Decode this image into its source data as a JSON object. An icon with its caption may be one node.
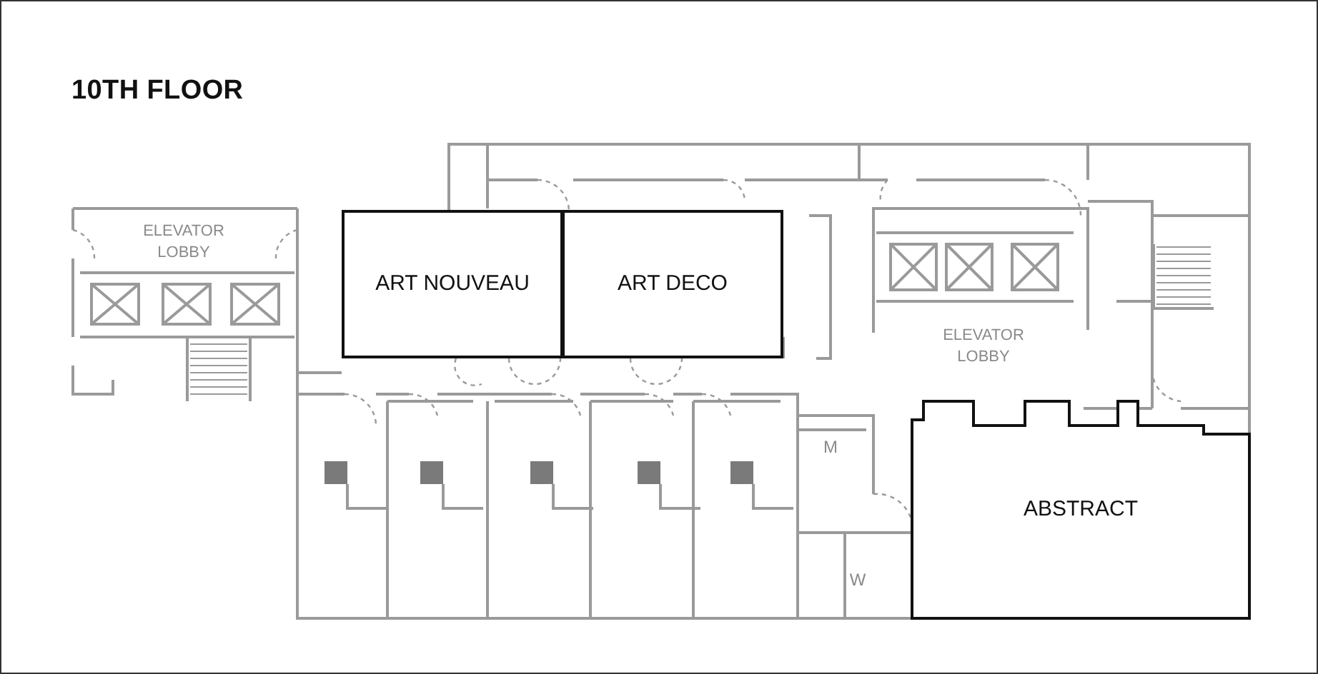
{
  "diagram": {
    "title": "10TH FLOOR",
    "nodes": [
      {
        "text": [
          "ELEVATOR LOBBY"
        ]
      },
      {
        "text": [
          "ART NOUVEAU"
        ]
      },
      {
        "text": [
          "ART DECO"
        ]
      },
      {
        "text": [
          "ELEVATOR LOBBY"
        ]
      },
      {
        "text": [
          "M"
        ]
      },
      {
        "text": [
          "W"
        ]
      },
      {
        "text": [
          "ABSTRACT"
        ]
      }
    ]
  }
}
